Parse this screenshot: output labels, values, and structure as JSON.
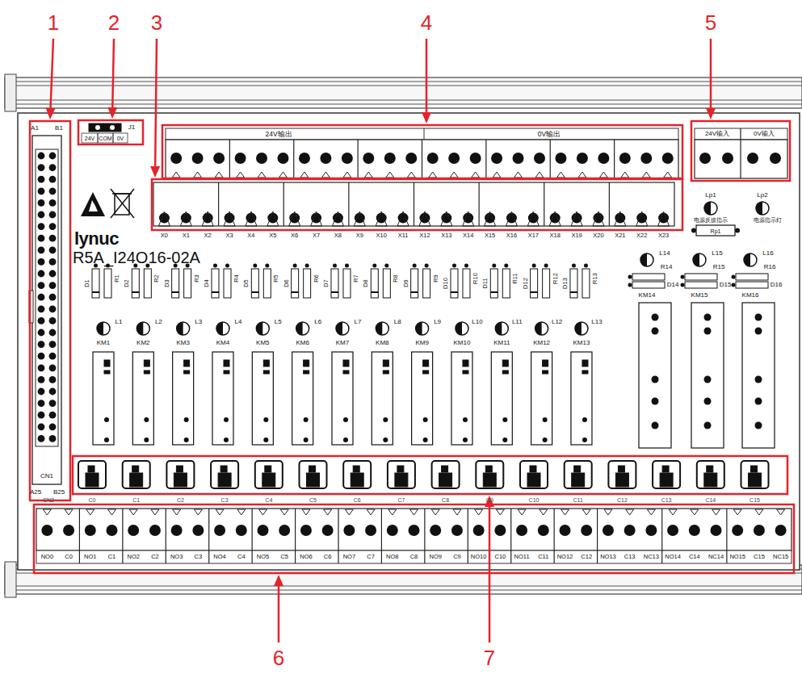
{
  "diagram": {
    "labels": [
      "1",
      "2",
      "3",
      "4",
      "5",
      "6",
      "7",
      "A1",
      "B1",
      "CN1",
      "A25",
      "B25",
      "J1",
      "24V",
      "COM",
      "0V",
      "24V输出",
      "0V输出",
      "X0",
      "X1",
      "X2",
      "X3",
      "X4",
      "X5",
      "X6",
      "X7",
      "X8",
      "X9",
      "X10",
      "X11",
      "X12",
      "X13",
      "X14",
      "X15",
      "X16",
      "X17",
      "X18",
      "X19",
      "X20",
      "X21",
      "X22",
      "X23",
      "24V输入",
      "0V输入",
      "Lp1",
      "Lp2",
      "电源反接指示",
      "电源指示灯",
      "Rp1",
      "lynuc",
      "R5A_I24O16-02A",
      "D1",
      "R1",
      "L1",
      "KM1",
      "D2",
      "R2",
      "L2",
      "KM2",
      "D3",
      "R3",
      "L3",
      "KM3",
      "D4",
      "R4",
      "L4",
      "KM4",
      "D5",
      "R5",
      "L5",
      "KM5",
      "D6",
      "R6",
      "L6",
      "KM6",
      "D7",
      "R7",
      "L7",
      "KM7",
      "D8",
      "R8",
      "L8",
      "KM8",
      "D9",
      "R9",
      "L9",
      "KM9",
      "D10",
      "R10",
      "L10",
      "KM10",
      "D11",
      "R11",
      "L11",
      "KM11",
      "D12",
      "R12",
      "L12",
      "KM12",
      "D13",
      "R13",
      "L13",
      "KM13",
      "L14",
      "R14",
      "D14",
      "KM14",
      "L15",
      "R15",
      "D15",
      "KM15",
      "L16",
      "R16",
      "D16",
      "KM16",
      "C0",
      "C1",
      "C2",
      "C3",
      "C4",
      "C5",
      "C6",
      "C7",
      "C8",
      "C9",
      "C10",
      "C11",
      "C12",
      "C13",
      "C14",
      "C15",
      "CN2",
      "NO0",
      "C0",
      "NO1",
      "C1",
      "NO2",
      "C2",
      "NO3",
      "C3",
      "NO4",
      "C4",
      "NO5",
      "C5",
      "NO6",
      "C6",
      "NO7",
      "C7",
      "NO8",
      "C8",
      "NO9",
      "C9",
      "NO10",
      "C10",
      "NO11",
      "C11",
      "NO12",
      "C12",
      "NO13",
      "C13",
      "NC13",
      "NO14",
      "C14",
      "NC14",
      "NO15",
      "C15",
      "NC15"
    ]
  }
}
